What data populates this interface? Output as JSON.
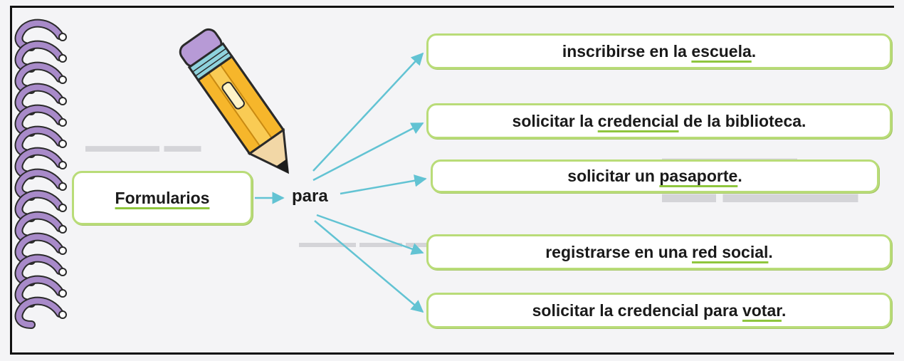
{
  "center": {
    "label": "Formularios",
    "connector": "para"
  },
  "targets": [
    {
      "pre": "inscribirse en la ",
      "key": "escuela",
      "post": "."
    },
    {
      "pre": "solicitar la ",
      "key": "credencial",
      "post": " de la biblioteca."
    },
    {
      "pre": "solicitar un ",
      "key": "pasaporte",
      "post": "."
    },
    {
      "pre": "registrarse en una ",
      "key": "red social",
      "post": "."
    },
    {
      "pre": "solicitar la credencial para ",
      "key": "votar",
      "post": "."
    }
  ],
  "colors": {
    "box_border": "#b9dc78",
    "underline": "#8fc63e",
    "arrow": "#62c3d3",
    "spiral": "#a88ac9"
  },
  "icons": [
    "pencil-icon",
    "spiral-binding-icon"
  ]
}
